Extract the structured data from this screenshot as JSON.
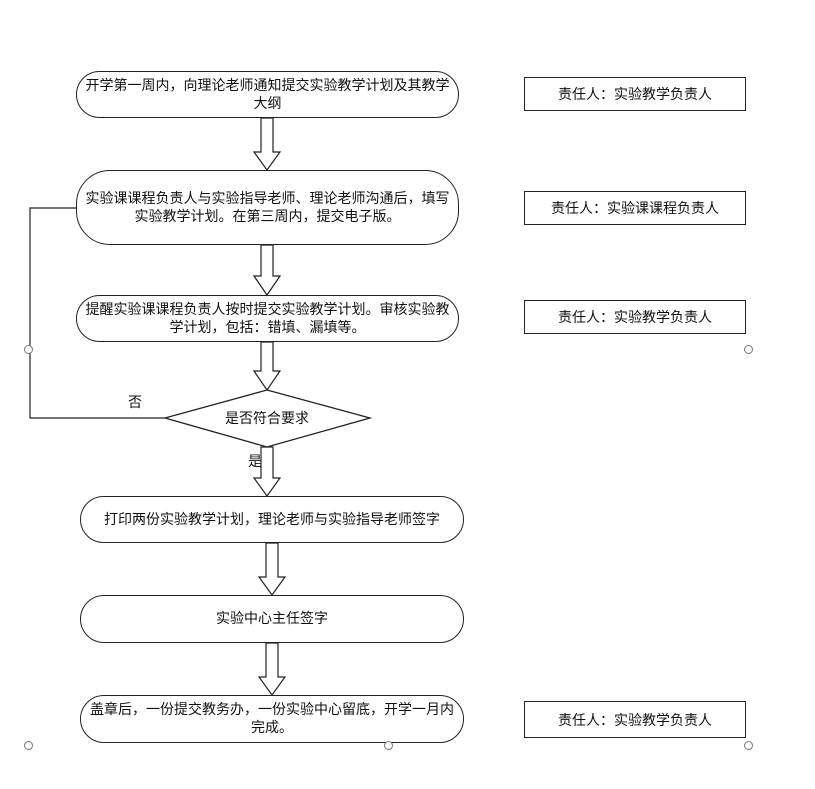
{
  "steps": {
    "s1": "开学第一周内，向理论老师通知提交实验教学计划及其教学大纲",
    "s2": "实验课课程负责人与实验指导老师、理论老师沟通后，填写实验教学计划。在第三周内，提交电子版。",
    "s3": "提醒实验课课程负责人按时提交实验教学计划。审核实验教学计划，包括：错填、漏填等。",
    "decision": "是否符合要求",
    "s4": "打印两份实验教学计划，理论老师与实验指导老师签字",
    "s5": "实验中心主任签字",
    "s6": "盖章后，一份提交教务办，一份实验中心留底，开学一月内完成。"
  },
  "responsibility": {
    "r1": "责任人：实验教学负责人",
    "r2": "责任人：实验课课程负责人",
    "r3": "责任人：实验教学负责人",
    "r4": "责任人：实验教学负责人"
  },
  "labels": {
    "no": "否",
    "yes": "是"
  }
}
